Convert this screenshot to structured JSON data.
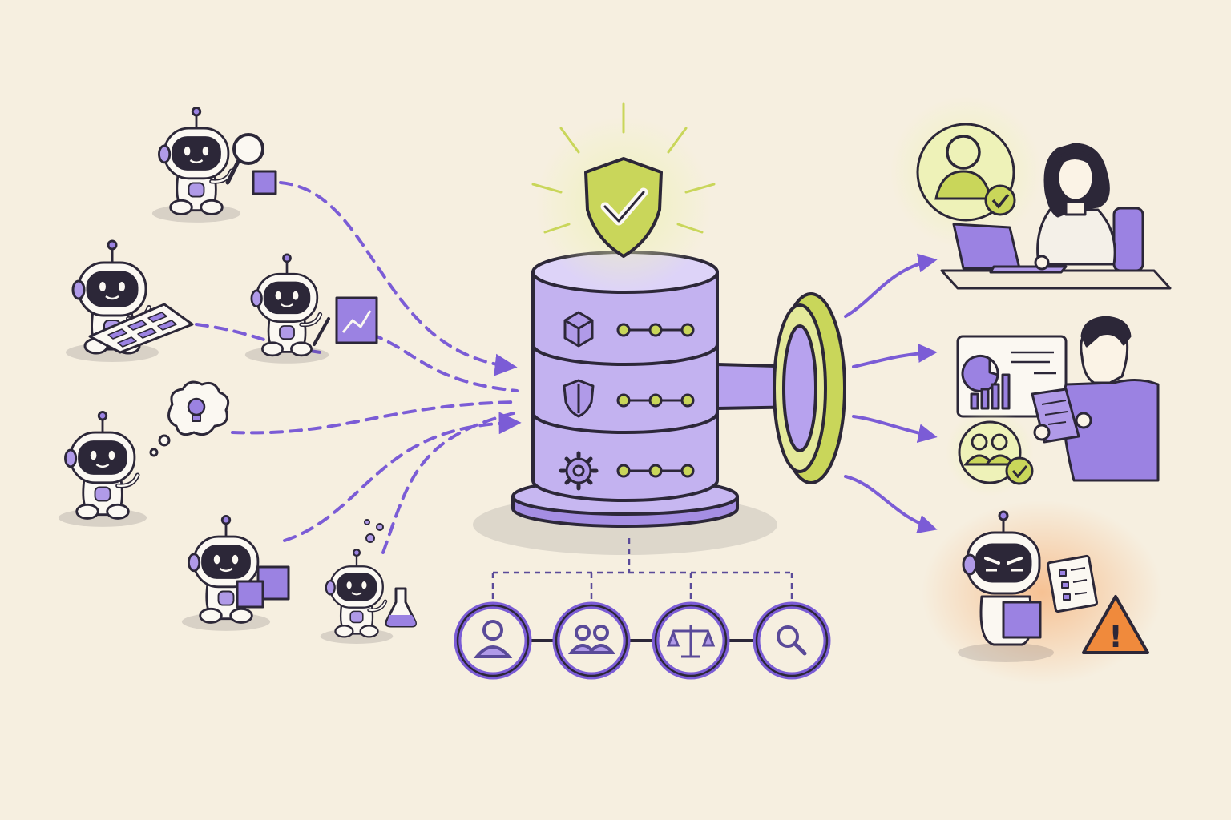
{
  "colors": {
    "background": "#f6efe0",
    "ink": "#2c2738",
    "purple": "#7b5cd6",
    "purple_light": "#b9a6ec",
    "purple_pale": "#d8cdf6",
    "lime": "#c9d65a",
    "lime_pale": "#eef2b8",
    "orange_warning": "#f08a3c",
    "white": "#fbf8f2"
  },
  "agents": [
    {
      "role": "inspecting",
      "prop": "magnifier-with-cube"
    },
    {
      "role": "data-entry",
      "prop": "tablet-grid"
    },
    {
      "role": "analyst",
      "prop": "trend-chart"
    },
    {
      "role": "ideation",
      "prop": "lightbulb-thought"
    },
    {
      "role": "mover",
      "prop": "boxes"
    },
    {
      "role": "experimenter",
      "prop": "flask"
    }
  ],
  "central_store": {
    "layers": [
      "cube-icon",
      "shield-icon",
      "gear-icon"
    ],
    "badge": "shield-check-icon",
    "valve": "ring-valve"
  },
  "governance_icons": [
    "user-icon",
    "group-icon",
    "scales-icon",
    "magnifier-icon"
  ],
  "outputs": [
    {
      "type": "verified-user",
      "icons": [
        "user-check-icon",
        "person-laptop"
      ]
    },
    {
      "type": "analytics-dashboard",
      "icons": [
        "dashboard-screen",
        "person-tablet"
      ]
    },
    {
      "type": "verified-group",
      "icons": [
        "group-check-icon"
      ]
    },
    {
      "type": "rogue-agent",
      "icons": [
        "masked-robot",
        "warning-icon"
      ]
    }
  ],
  "warning_symbol": "!"
}
